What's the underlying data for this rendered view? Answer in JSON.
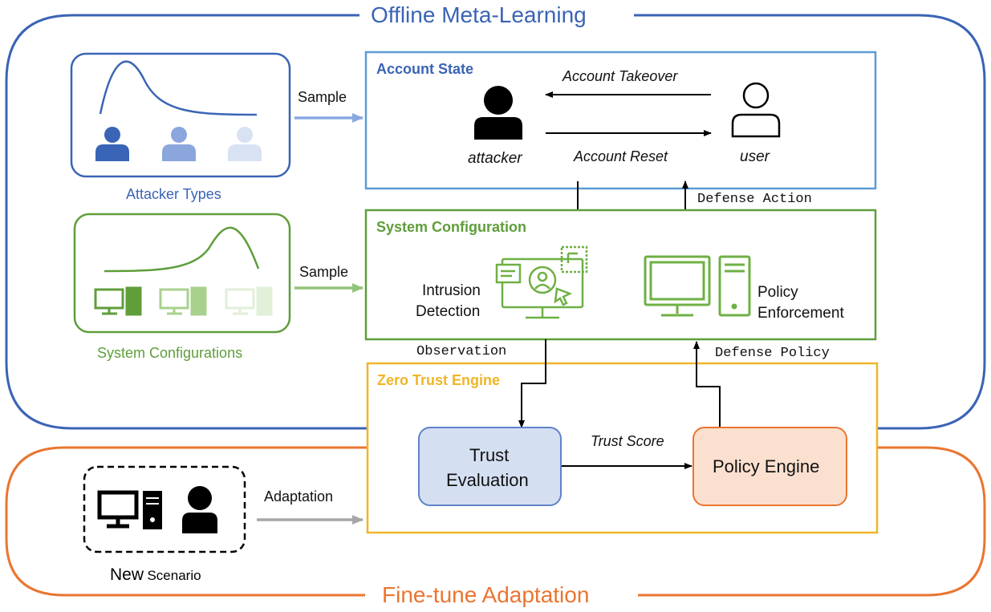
{
  "colors": {
    "offline": "#3a64b5",
    "finetune": "#ea7530",
    "account_box": "#5b9bd5",
    "system_green": "#5f9e3b",
    "zero_trust": "#f0b529",
    "trust_fill": "#d5dff2",
    "trust_border": "#5f82c9",
    "policy_fill": "#fbe0cf",
    "policy_border": "#ea7530",
    "arrow_blue": "#8aa8e0",
    "arrow_green": "#92c47d",
    "arrow_gray": "#a6a6a6"
  },
  "regions": {
    "offline_title": "Offline Meta-Learning",
    "finetune_title": "Fine-tune Adaptation"
  },
  "left": {
    "attacker_types": {
      "caption": "Attacker Types",
      "icons": [
        "person-icon",
        "person-icon",
        "person-icon"
      ]
    },
    "system_configurations": {
      "caption": "System Configurations",
      "icons": [
        "computer-icon",
        "computer-icon",
        "computer-icon"
      ]
    },
    "new_scenario": {
      "caption_big": "New",
      "caption_small": "Scenario",
      "icons": [
        "computer-icon",
        "person-icon"
      ]
    }
  },
  "arrows": {
    "sample_1": "Sample",
    "sample_2": "Sample",
    "adaptation": "Adaptation",
    "account_takeover": "Account Takeover",
    "account_reset": "Account Reset",
    "defense_action": "Defense Action",
    "observation": "Observation",
    "defense_policy": "Defense Policy",
    "trust_score": "Trust Score"
  },
  "account_state": {
    "title": "Account State",
    "attacker_label": "attacker",
    "user_label": "user"
  },
  "system_configuration": {
    "title": "System Configuration",
    "intrusion_line1": "Intrusion",
    "intrusion_line2": "Detection",
    "policy_line1": "Policy",
    "policy_line2": "Enforcement",
    "icons": [
      "intrusion-detection-icon",
      "monitor-icon",
      "server-tower-icon"
    ]
  },
  "zero_trust_engine": {
    "title": "Zero Trust Engine",
    "trust_line1": "Trust",
    "trust_line2": "Evaluation",
    "policy_engine": "Policy Engine"
  }
}
